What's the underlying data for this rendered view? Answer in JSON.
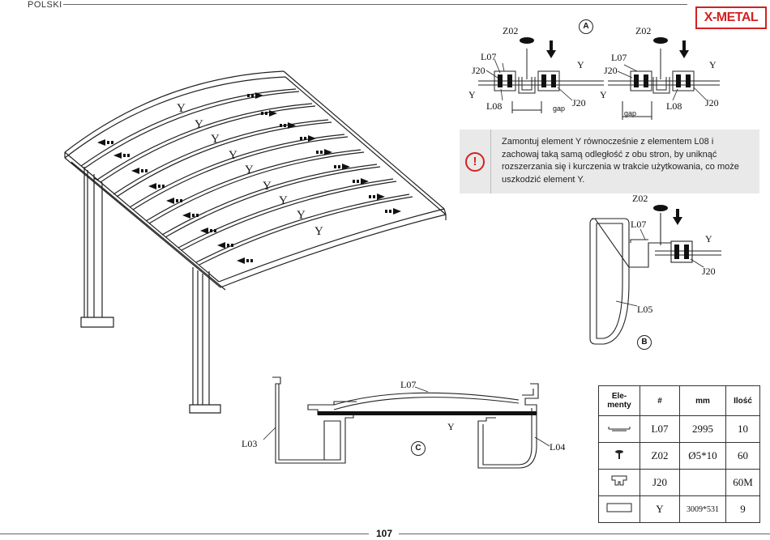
{
  "header": {
    "language": "POLSKI",
    "brand": "X-METAL"
  },
  "warning": {
    "icon": "exclamation-circle-icon",
    "text": "Zamontuj element Y równocześnie z elementem L08 i zachowaj taką samą odległość z obu stron, by uniknąć rozszerzania się i kurczenia w trakcie użytkowania, co może uszkodzić element Y."
  },
  "roof_labels": [
    "Y",
    "Y",
    "Y",
    "Y",
    "Y",
    "Y",
    "Y",
    "Y",
    "Y"
  ],
  "detail_a": {
    "marker": "A",
    "left": {
      "z02": "Z02",
      "l07": "L07",
      "j20a": "J20",
      "y1": "Y",
      "y2": "Y",
      "l08": "L08",
      "j20b": "J20",
      "gap": "gap"
    },
    "right": {
      "z02": "Z02",
      "l07": "L07",
      "j20a": "J20",
      "y1": "Y",
      "y2": "Y",
      "l08": "L08",
      "j20b": "J20",
      "gap": "gap"
    }
  },
  "detail_b": {
    "marker": "B",
    "z02": "Z02",
    "l07": "L07",
    "y": "Y",
    "j20": "J20",
    "l05": "L05"
  },
  "detail_c": {
    "marker": "C",
    "l07": "L07",
    "y": "Y",
    "l03": "L03",
    "l04": "L04"
  },
  "parts_table": {
    "headers": [
      "Ele-\nmenty",
      "#",
      "mm",
      "Ilość"
    ],
    "rows": [
      {
        "icon": "profile-l07-icon",
        "id": "L07",
        "size": "2995",
        "qty": "10"
      },
      {
        "icon": "screw-icon",
        "id": "Z02",
        "size": "Ø5*10",
        "qty": "60"
      },
      {
        "icon": "gasket-profile-icon",
        "id": "J20",
        "size": "",
        "qty": "60M"
      },
      {
        "icon": "panel-sheet-icon",
        "id": "Y",
        "size": "3009*531",
        "qty": "9"
      }
    ]
  },
  "footer": {
    "page": "107"
  }
}
